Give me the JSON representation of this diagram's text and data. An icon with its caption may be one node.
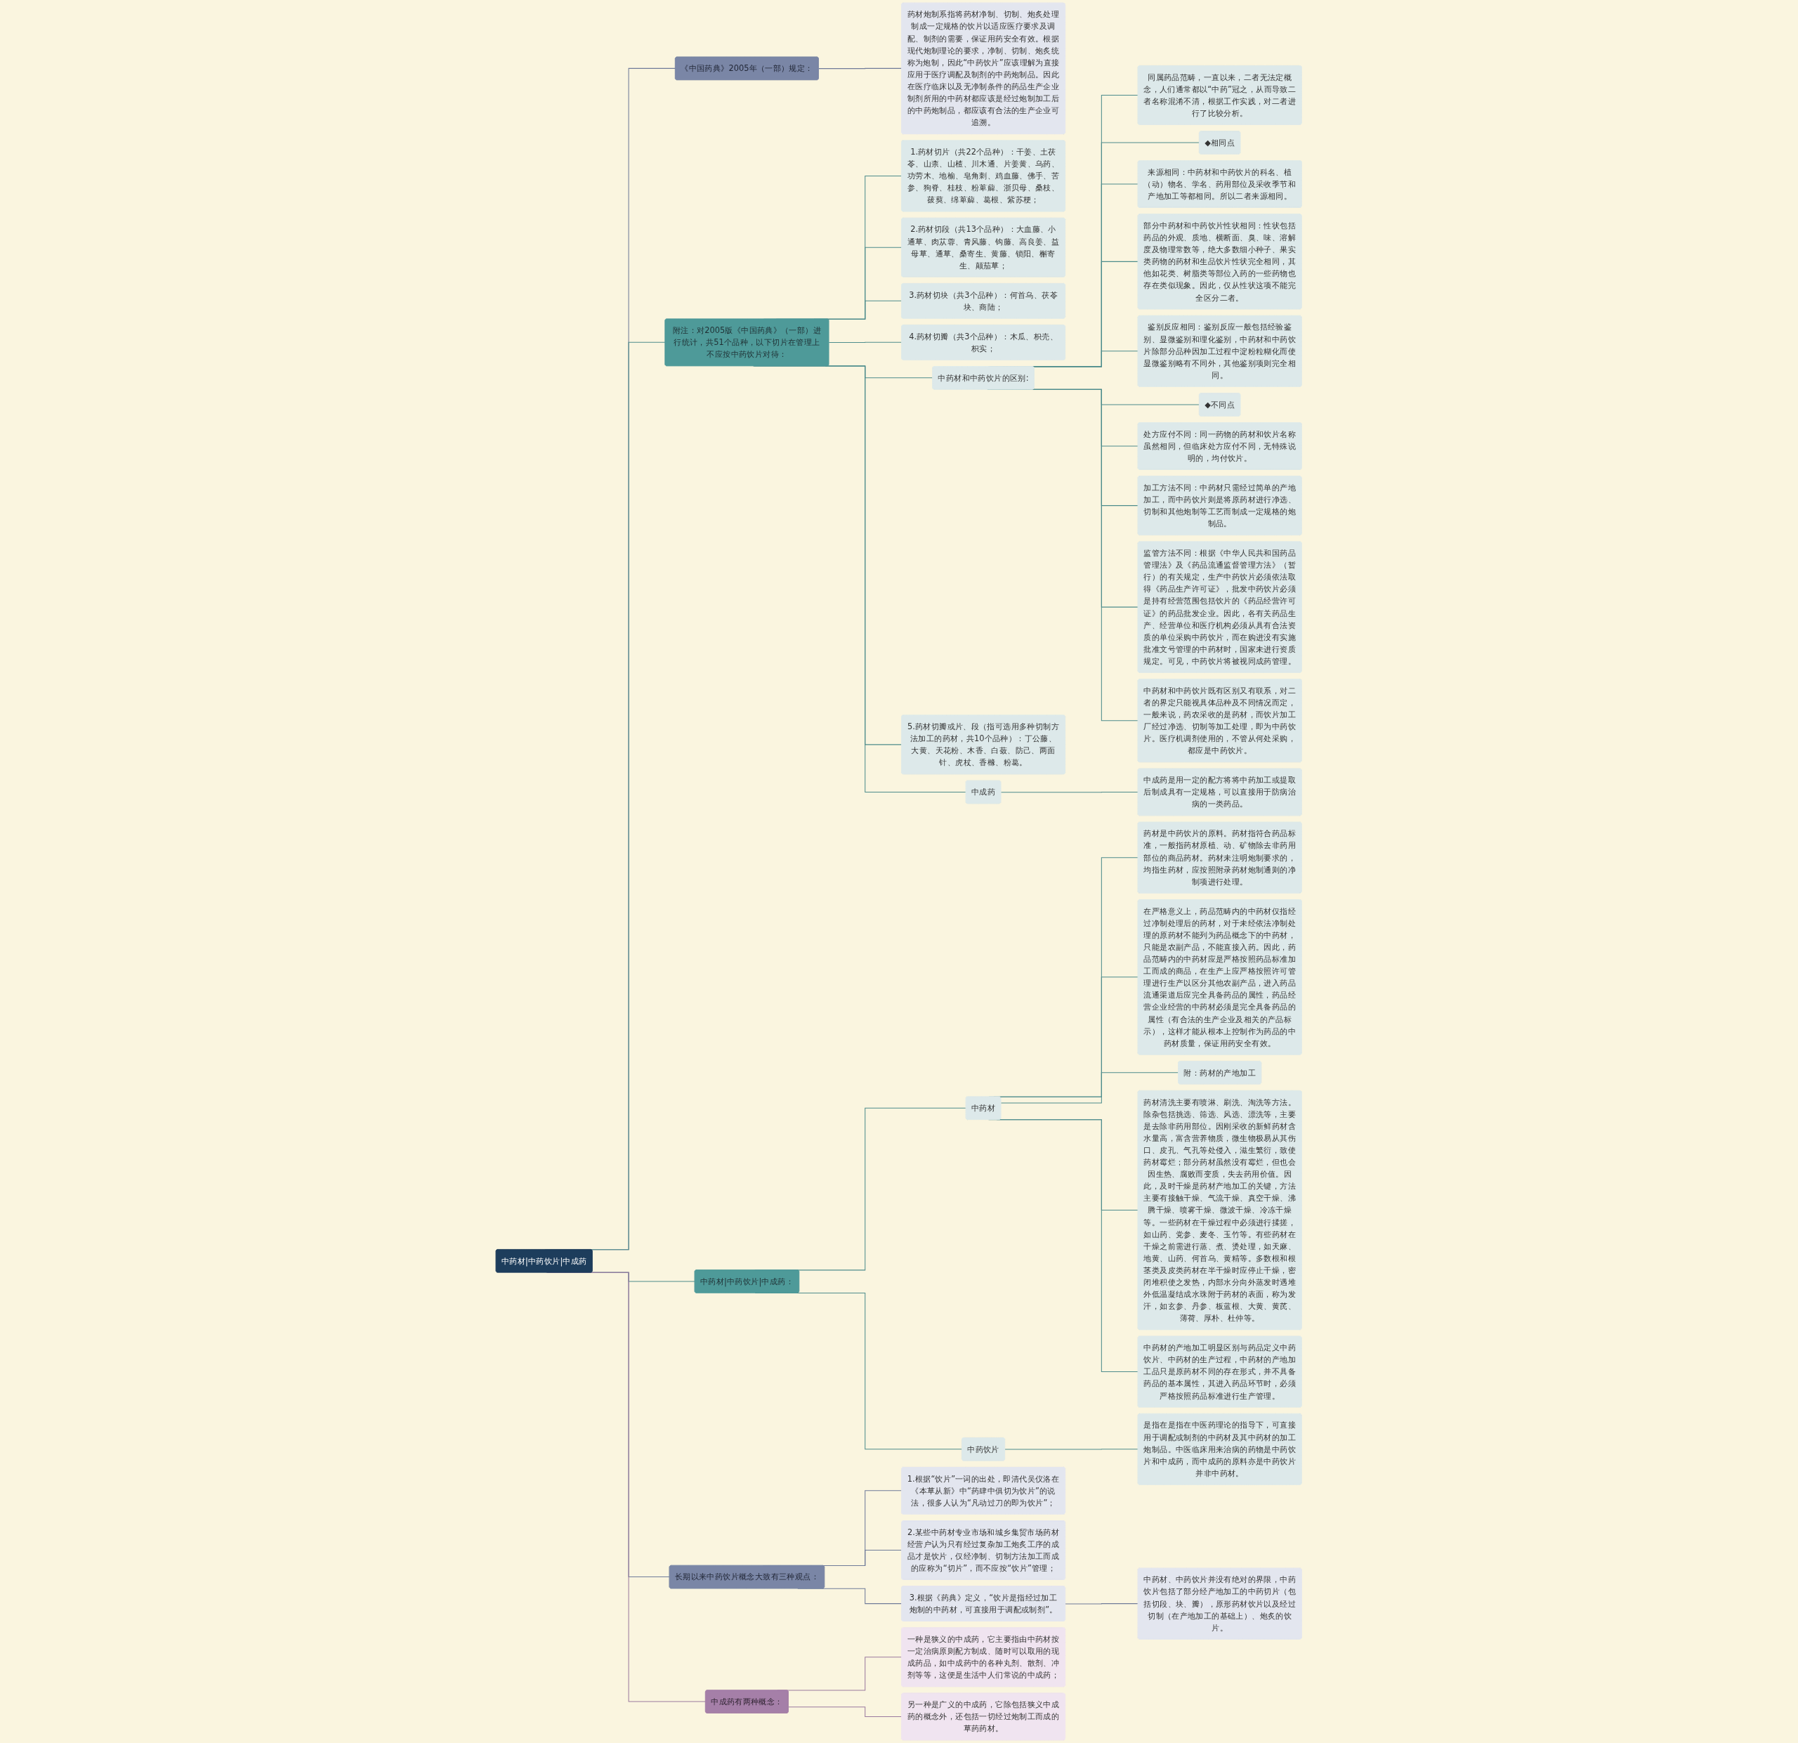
{
  "diagram": {
    "nodes": [
      {
        "text": [
          "中药材|中药饮片|中成药"
        ]
      },
      {
        "text": [
          "《中国药典》2005年（一部）规定："
        ]
      },
      {
        "text": [
          "药材炮制系指将药材净制、切制、炮炙处理制成一定规格的饮片以适应医疗要求及调配、制剂的需要，保证用药安全有效。根据现代炮制理论的要求，净制、切制、炮炙统称为炮制，因此“中药饮片”应该理解为直接应用于医疗调配及制剂的中药炮制品。因此在医疗临床以及无净制条件的药品生产企业制剂所用的中药材都应该是经过炮制加工后的中药炮制品，都应该有合法的生产企业可追溯。"
        ]
      },
      {
        "text": [
          "附注：对2005版《中国药典》（一部）进行统计，共51个品种，以下切片在管理上不应按中药饮片对待："
        ]
      },
      {
        "text": [
          "1.药材切片（共22个品种）：干姜、土茯苓、山柰、山楂、川木通、片姜黄、乌药、功劳木、地榆、皂角刺、鸡血藤、佛手、苦参、狗脊、桂枝、粉萆薢、浙贝母、桑枝、菝葜、绵萆薢、葛根、紫苏梗；"
        ]
      },
      {
        "text": [
          "2.药材切段（共13个品种）：大血藤、小通草、肉苁蓉、青风藤、钩藤、高良姜、益母草、通草、桑寄生、黄藤、锁阳、槲寄生、颠茄草；"
        ]
      },
      {
        "text": [
          "3.药材切块（共3个品种）：何首乌、茯苓块、商陆；"
        ]
      },
      {
        "text": [
          "4.药材切瓣（共3个品种）：木瓜、枳壳、枳实；"
        ]
      },
      {
        "text": [
          "中药材和中药饮片的区别:"
        ]
      },
      {
        "text": [
          "同属药品范畴，一直以来，二者无法定概念，人们通常都以“中药”冠之，从而导致二者名称混淆不清，根据工作实践，对二者进行了比较分析。"
        ]
      },
      {
        "text": [
          "◆相同点"
        ]
      },
      {
        "text": [
          "来源相同：中药材和中药饮片的科名、植（动）物名、学名、药用部位及采收季节和产地加工等都相同。所以二者来源相同。"
        ]
      },
      {
        "text": [
          "部分中药材和中药饮片性状相同：性状包括药品的外观、质地、横断面、臭、味、溶解度及物理常数等，绝大多数细小种子、果实类药物的药材和生品饮片性状完全相同，其他如花类、树脂类等部位入药的一些药物也存在类似现象。因此，仅从性状这项不能完全区分二者。"
        ]
      },
      {
        "text": [
          "鉴别反应相同：鉴别反应一般包括经验鉴别、显微鉴别和理化鉴别，中药材和中药饮片除部分品种因加工过程中淀粉粒糊化而使显微鉴别略有不同外，其他鉴别项则完全相同。"
        ]
      },
      {
        "text": [
          "◆不同点"
        ]
      },
      {
        "text": [
          "处方应付不同：同一药物的药材和饮片名称虽然相同，但临床处方应付不同，无特殊说明的，均付饮片。"
        ]
      },
      {
        "text": [
          "加工方法不同：中药材只需经过简单的产地加工，而中药饮片则是将原药材进行净选、切制和其他炮制等工艺而制成一定规格的炮制品。"
        ]
      },
      {
        "text": [
          "监管方法不同：根据《中华人民共和国药品管理法》及《药品流通监督管理方法》（暂行）的有关规定，生产中药饮片必须依法取得《药品生产许可证》，批发中药饮片必须是持有经营范围包括饮片的《药品经营许可证》的药品批发企业。因此，各有关药品生产、经营单位和医疗机构必须从具有合法资质的单位采购中药饮片，而在购进没有实施批准文号管理的中药材时，国家未进行资质规定。可见，中药饮片将被视同成药管理。"
        ]
      },
      {
        "text": [
          "中药材和中药饮片既有区别又有联系，对二者的界定只能视具体品种及不同情况而定，一般来说，药农采收的是药材，而饮片加工厂经过净选、切制等加工处理，即为中药饮片。医疗机调剂使用的，不管从何处采购，都应是中药饮片。"
        ]
      },
      {
        "text": [
          "5.药材切瓣或片、段（指可选用多种切制方法加工的药材，共10个品种）：丁公藤、大黄、天花粉、木香、白蔹、防己、两面针、虎杖、香橼、粉葛。"
        ]
      },
      {
        "text": [
          "中成药"
        ]
      },
      {
        "text": [
          "中成药是用一定的配方将将中药加工或提取后制成具有一定规格，可以直接用于防病治病的一类药品。"
        ]
      },
      {
        "text": [
          "中药材|中药饮片|中成药："
        ]
      },
      {
        "text": [
          "中药材"
        ]
      },
      {
        "text": [
          "药材是中药饮片的原料。药材指符合药品标准，一般指药材原植、动、矿物除去非药用部位的商品药材。药材未注明炮制要求的，均指生药材，应按照附录药材炮制通则的净制项进行处理。"
        ]
      },
      {
        "text": [
          "在严格意义上，药品范畴内的中药材仅指经过净制处理后的药材，对于未经依法净制处理的原药材不能列为药品概念下的中药材，只能是农副产品，不能直接入药。因此，药品范畴内的中药材应是严格按照药品标准加工而成的商品，在生产上应严格按照许可管理进行生产以区分其他农副产品，进入药品流通渠道后应完全具备药品的属性，药品经营企业经营的中药材必须是完全具备药品的属性（有合法的生产企业及相关的产品标示），这样才能从根本上控制作为药品的中药材质量，保证用药安全有效。"
        ]
      },
      {
        "text": [
          "附：药材的产地加工"
        ]
      },
      {
        "text": [
          "药材清洗主要有喷淋、刷洗、淘洗等方法。除杂包括挑选、筛选、风选、漂洗等，主要是去除非药用部位。因刚采收的新鲜药材含水量高，富含营养物质，微生物极易从其伤口、皮孔、气孔等处侵入，滋生繁衍，致使药材霉烂；部分药材虽然没有霉烂，但也会因生热、腐败而变质，失去药用价值。因此，及时干燥是药材产地加工的关键，方法主要有接触干燥、气流干燥、真空干燥、沸腾干燥、喷雾干燥、微波干燥、冷冻干燥等。一些药材在干燥过程中必须进行揉搓，如山药、党参、麦冬、玉竹等。有些药材在干燥之前需进行蒸、煮、烫处理，如天麻、地黄、山药、何首乌、黄精等。多数根和根茎类及皮类药材在半干燥时应停止干燥，密闭堆积使之发热，内部水分向外蒸发时遇堆外低温凝结成水珠附于药材的表面，称为发汗，如玄参、丹参、板蓝根、大黄、黄芪、薄荷、厚朴、杜仲等。"
        ]
      },
      {
        "text": [
          "中药材的产地加工明显区别与药品定义中药饮片、中药材的生产过程，中药材的产地加工品只是原药材不同的存在形式，并不具备药品的基本属性，其进入药品环节时，必须严格按照药品标准进行生产管理。"
        ]
      },
      {
        "text": [
          "中药饮片"
        ]
      },
      {
        "text": [
          "是指在是指在中医药理论的指导下，可直接用于调配或制剂的中药材及其中药材的加工炮制品。中医临床用来治病的药物是中药饮片和中成药，而中成药的原料亦是中药饮片并非中药材。"
        ]
      },
      {
        "text": [
          "长期以来中药饮片概念大致有三种观点："
        ]
      },
      {
        "text": [
          "1.根据“饮片”一词的出处，即清代吴仪洛在《本草从新》中“药肆中俱切为饮片”的说法，很多人认为“凡动过刀的即为饮片”；"
        ]
      },
      {
        "text": [
          "2.某些中药材专业市场和城乡集贸市场药材经营户认为只有经过复杂加工炮炙工序的成品才是饮片，仅经净制、切制方法加工而成的应称为“切片”，而不应按“饮片”管理；"
        ]
      },
      {
        "text": [
          "3.根据《药典》定义，“饮片是指经过加工炮制的中药材，可直接用于调配或制剂”。"
        ]
      },
      {
        "text": [
          "中药材、中药饮片并没有绝对的界限，中药饮片包括了部分经产地加工的中药切片（包括切段、块、瓣），原形药材饮片以及经过切制（在产地加工的基础上）、炮炙的饮片。"
        ]
      },
      {
        "text": [
          "中成药有两种概念："
        ]
      },
      {
        "text": [
          "一种是狭义的中成药，它主要指由中药材按一定治病原则配方制成、随时可以取用的现成药品，如中成药中的各种丸剂、散剂、冲剂等等，这便是生活中人们常说的中成药；"
        ]
      },
      {
        "text": [
          "另一种是广义的中成药，它除包括狭义中成药的概念外，还包括一切经过炮制工而成的草药药材。"
        ]
      }
    ],
    "edges": [
      {
        "from": 0,
        "to": 1,
        "arrow": "none",
        "color": "#6f7b99"
      },
      {
        "from": 1,
        "to": 2,
        "arrow": "none",
        "color": "#6f7b99"
      },
      {
        "from": 0,
        "to": 3,
        "arrow": "none"
      },
      {
        "from": 3,
        "to": 4,
        "arrow": "none"
      },
      {
        "from": 3,
        "to": 5,
        "arrow": "none"
      },
      {
        "from": 3,
        "to": 6,
        "arrow": "none"
      },
      {
        "from": 3,
        "to": 7,
        "arrow": "none"
      },
      {
        "from": 3,
        "to": 8,
        "arrow": "none"
      },
      {
        "from": 8,
        "to": 9,
        "arrow": "none"
      },
      {
        "from": 8,
        "to": 10,
        "arrow": "none"
      },
      {
        "from": 8,
        "to": 11,
        "arrow": "none"
      },
      {
        "from": 8,
        "to": 12,
        "arrow": "none"
      },
      {
        "from": 8,
        "to": 13,
        "arrow": "none"
      },
      {
        "from": 8,
        "to": 14,
        "arrow": "none"
      },
      {
        "from": 8,
        "to": 15,
        "arrow": "none"
      },
      {
        "from": 8,
        "to": 16,
        "arrow": "none"
      },
      {
        "from": 8,
        "to": 17,
        "arrow": "none"
      },
      {
        "from": 8,
        "to": 18,
        "arrow": "none"
      },
      {
        "from": 3,
        "to": 19,
        "arrow": "none"
      },
      {
        "from": 3,
        "to": 20,
        "arrow": "none"
      },
      {
        "from": 20,
        "to": 21,
        "arrow": "none"
      },
      {
        "from": 0,
        "to": 22,
        "arrow": "none"
      },
      {
        "from": 22,
        "to": 23,
        "arrow": "none"
      },
      {
        "from": 23,
        "to": 24,
        "arrow": "none"
      },
      {
        "from": 23,
        "to": 25,
        "arrow": "none"
      },
      {
        "from": 23,
        "to": 26,
        "arrow": "none"
      },
      {
        "from": 23,
        "to": 27,
        "arrow": "none"
      },
      {
        "from": 23,
        "to": 28,
        "arrow": "none"
      },
      {
        "from": 22,
        "to": 29,
        "arrow": "none"
      },
      {
        "from": 29,
        "to": 30,
        "arrow": "none"
      },
      {
        "from": 0,
        "to": 31,
        "arrow": "none",
        "color": "#6f7b99"
      },
      {
        "from": 31,
        "to": 32,
        "arrow": "none",
        "color": "#6f7b99"
      },
      {
        "from": 31,
        "to": 33,
        "arrow": "none",
        "color": "#6f7b99"
      },
      {
        "from": 31,
        "to": 34,
        "arrow": "none",
        "color": "#6f7b99"
      },
      {
        "from": 34,
        "to": 35,
        "arrow": "none",
        "color": "#6f7b99"
      },
      {
        "from": 0,
        "to": 36,
        "arrow": "none",
        "color": "#9a7a9e"
      },
      {
        "from": 36,
        "to": 37,
        "arrow": "none",
        "color": "#9a7a9e"
      },
      {
        "from": 36,
        "to": 38,
        "arrow": "none",
        "color": "#9a7a9e"
      }
    ]
  }
}
